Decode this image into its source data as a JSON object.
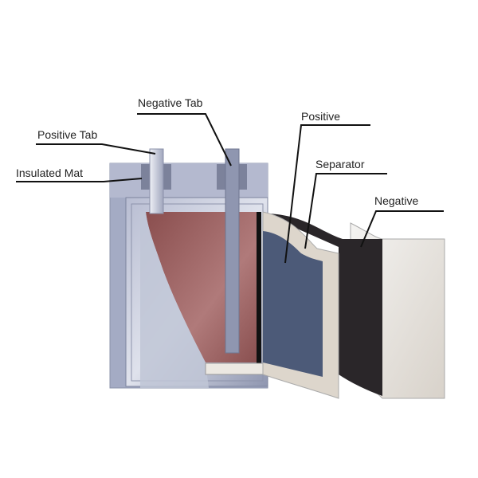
{
  "labels": {
    "negative_tab": "Negative Tab",
    "positive_tab": "Positive Tab",
    "insulated_mat": "Insulated Mat",
    "positive": "Positive",
    "separator": "Separator",
    "negative": "Negative"
  },
  "colors": {
    "case": "#a9afc6",
    "cell": "#9a5e5e",
    "positive_sheet": "#4c5a78",
    "separator_sheet": "#ddd6cc",
    "negative_sheet": "#2a2629",
    "outer_sheet": "#eeebe6"
  }
}
